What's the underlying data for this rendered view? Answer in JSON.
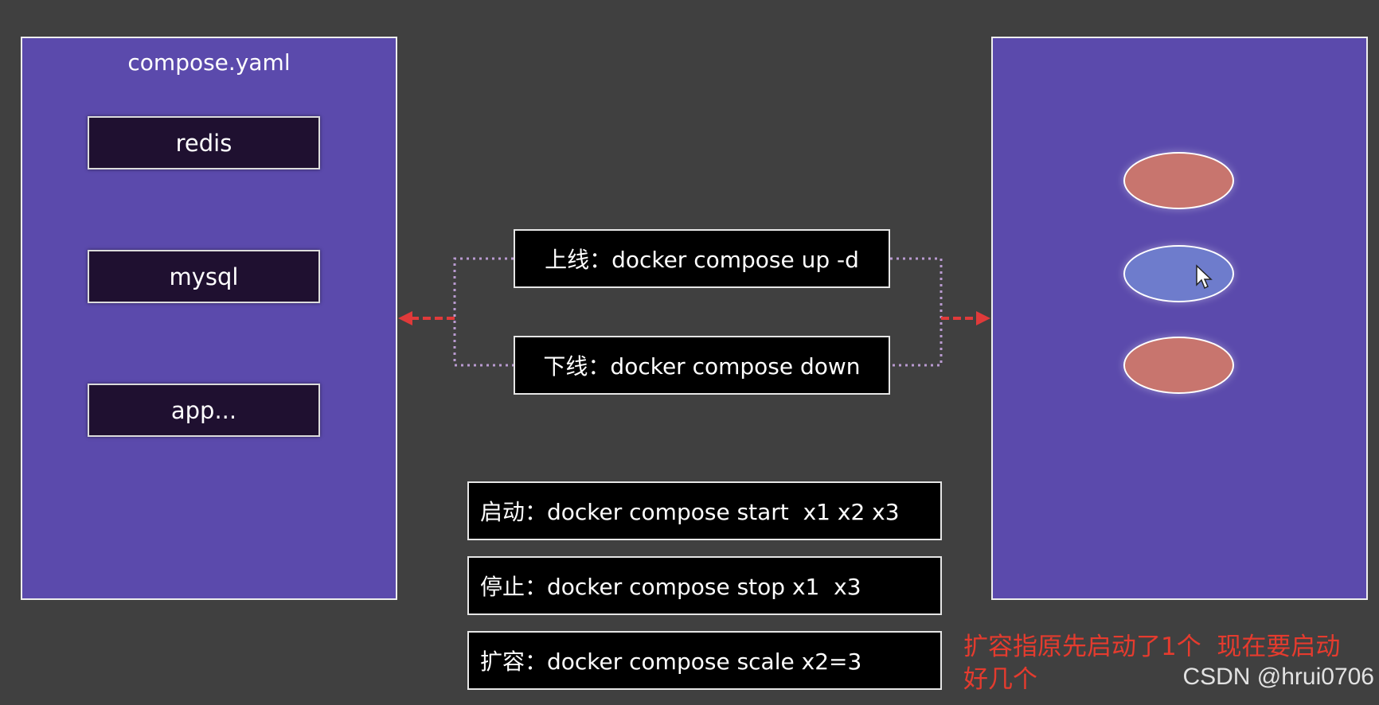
{
  "compose_file": {
    "title": "compose.yaml",
    "services": [
      "redis",
      "mysql",
      "app..."
    ]
  },
  "lifecycle": {
    "up": "上线：docker compose up -d",
    "down": "下线：docker compose down"
  },
  "commands": {
    "start": "启动：docker compose start  x1 x2 x3",
    "stop": "停止：docker compose stop x1  x3",
    "scale": "扩容：docker compose scale x2=3"
  },
  "containers": [
    {
      "color": "#c8756e"
    },
    {
      "color": "#6e7ccc"
    },
    {
      "color": "#c8756e"
    }
  ],
  "note": "扩容指原先启动了1个  现在要启动\n好几个",
  "watermark": "CSDN @hrui0706",
  "colors": {
    "panel": "#5b4aac",
    "arrow": "#e03a3a",
    "dotted": "#b99ad0"
  }
}
